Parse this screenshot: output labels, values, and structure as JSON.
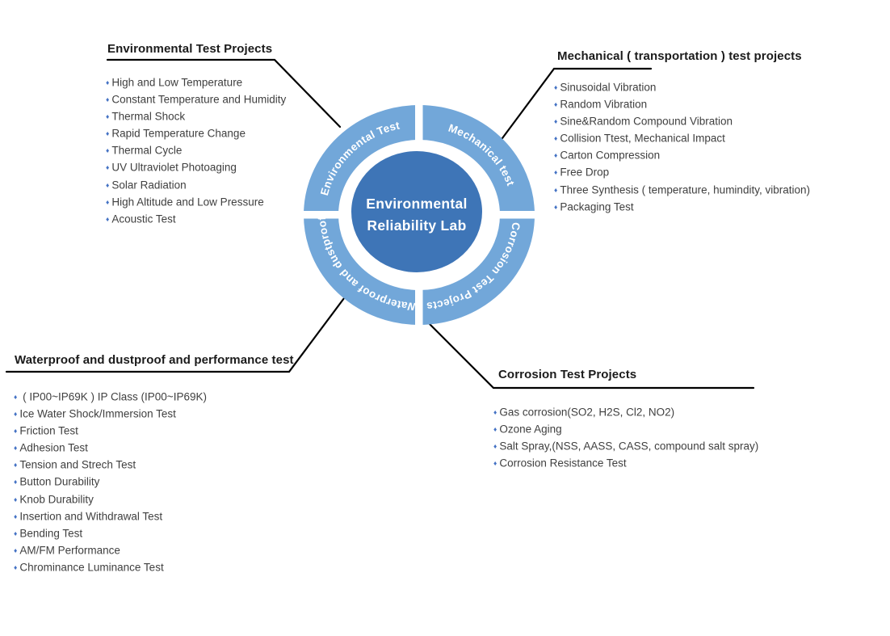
{
  "bullet_char": "♦",
  "colors": {
    "ring": "#72a7d9",
    "hub": "#3e75b7",
    "bullet": "#4472c4",
    "body-text": "#3f3f3f",
    "heading": "#1b1b1b",
    "line": "#000000"
  },
  "center_circle": {
    "line1": "Environmental",
    "line2": "Reliability Lab"
  },
  "ring_segments": {
    "top_left": "Environmental Test",
    "top_right": "Mechanical test",
    "bottom_right": "Corrosion Test Projects",
    "bottom_left": "Waterproof and dustproof"
  },
  "sections": {
    "environmental": {
      "title": "Environmental Test Projects",
      "items": [
        "High and Low Temperature",
        "Constant Temperature and Humidity",
        "Thermal Shock",
        "Rapid Temperature Change",
        "Thermal Cycle",
        "UV Ultraviolet Photoaging",
        "Solar Radiation",
        "High Altitude and Low Pressure",
        "Acoustic Test"
      ]
    },
    "mechanical": {
      "title": "Mechanical ( transportation ) test projects",
      "items": [
        "Sinusoidal Vibration",
        "Random Vibration",
        "Sine&Random Compound Vibration",
        "Collision Ttest, Mechanical Impact",
        "Carton Compression",
        "Free Drop",
        "Three Synthesis ( temperature, humindity, vibration)",
        "Packaging Test"
      ]
    },
    "waterproof": {
      "title": "Waterproof and dustproof and performance test",
      "items": [
        " ( IP00~IP69K ) IP Class (IP00~IP69K)",
        "Ice Water Shock/Immersion Test",
        "Friction Test",
        "Adhesion Test",
        "Tension and Strech Test",
        "Button Durability",
        "Knob Durability",
        "Insertion and Withdrawal Test",
        "Bending Test",
        "AM/FM Performance",
        "Chrominance Luminance Test"
      ]
    },
    "corrosion": {
      "title": "Corrosion Test Projects",
      "items": [
        "Gas corrosion(SO2, H2S, Cl2, NO2)",
        "Ozone Aging",
        "Salt Spray,(NSS, AASS, CASS, compound salt spray)",
        "Corrosion Resistance Test"
      ]
    }
  }
}
